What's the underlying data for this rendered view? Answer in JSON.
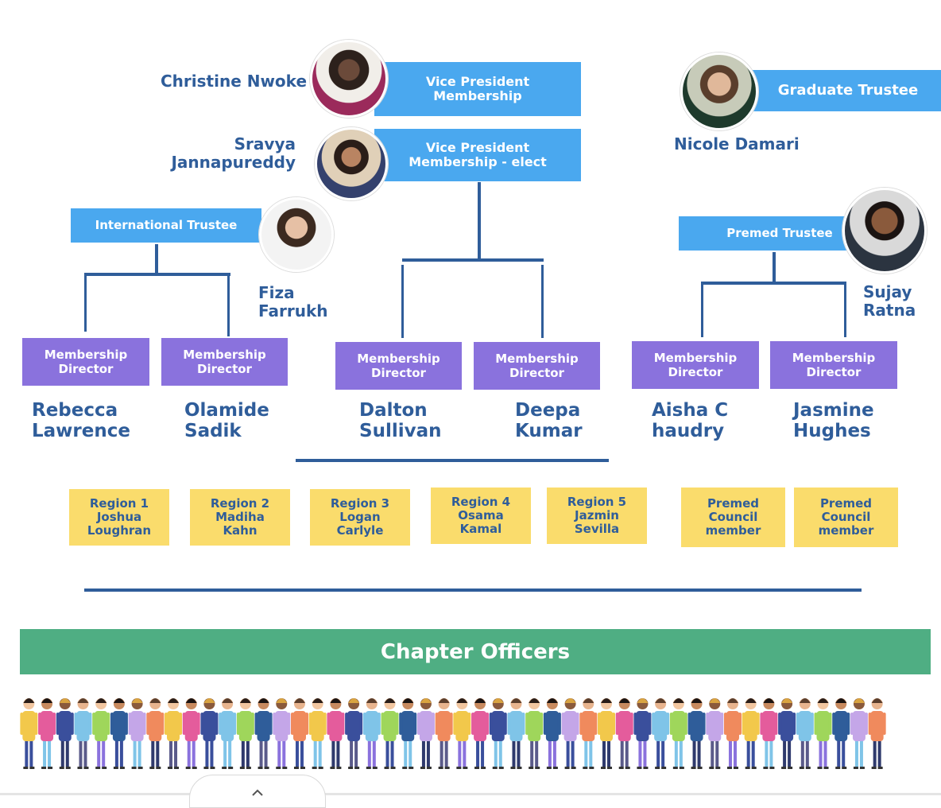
{
  "colors": {
    "role_box": "#4aa8ef",
    "director_box": "#8a72dd",
    "region_box": "#fadc6c",
    "name_text": "#2f5d9a",
    "banner": "#4fae83"
  },
  "top": {
    "vp_role": [
      "Vice President",
      "Membership"
    ],
    "vp_name": "Christine Nwoke",
    "vp_elect_role": [
      "Vice President",
      "Membership - elect"
    ],
    "vp_elect_name": [
      "Sravya",
      "Jannapureddy"
    ],
    "grad_role": "Graduate Trustee",
    "grad_name": "Nicole Damari"
  },
  "intl": {
    "role": "International Trustee",
    "name": [
      "Fiza",
      "Farrukh"
    ]
  },
  "premed": {
    "role": "Premed Trustee",
    "name": [
      "Sujay",
      "Ratna"
    ]
  },
  "directors": [
    {
      "role": [
        "Membership",
        "Director"
      ],
      "name": [
        "Rebecca",
        "Lawrence"
      ]
    },
    {
      "role": [
        "Membership",
        "Director"
      ],
      "name": [
        "Olamide",
        "Sadik"
      ]
    },
    {
      "role": [
        "Membership",
        "Director"
      ],
      "name": [
        "Dalton",
        "Sullivan"
      ]
    },
    {
      "role": [
        "Membership",
        "Director"
      ],
      "name": [
        "Deepa",
        "Kumar"
      ]
    },
    {
      "role": [
        "Membership",
        "Director"
      ],
      "name": [
        "Aisha C",
        "haudry"
      ]
    },
    {
      "role": [
        "Membership",
        "Director"
      ],
      "name": [
        "Jasmine",
        "Hughes"
      ]
    }
  ],
  "regions": [
    [
      "Region 1",
      "Joshua",
      "Loughran"
    ],
    [
      "Region 2",
      "Madiha",
      "Kahn"
    ],
    [
      "Region 3",
      "Logan",
      "Carlyle"
    ],
    [
      "Region 4",
      "Osama",
      "Kamal"
    ],
    [
      "Region 5",
      "Jazmin",
      "Sevilla"
    ],
    [
      "Premed",
      "Council",
      "member"
    ],
    [
      "Premed",
      "Council",
      "member"
    ]
  ],
  "banner": "Chapter Officers",
  "bottom_tab_icon": "chevron-up-icon",
  "illustration": "crowd-of-people-illustration"
}
